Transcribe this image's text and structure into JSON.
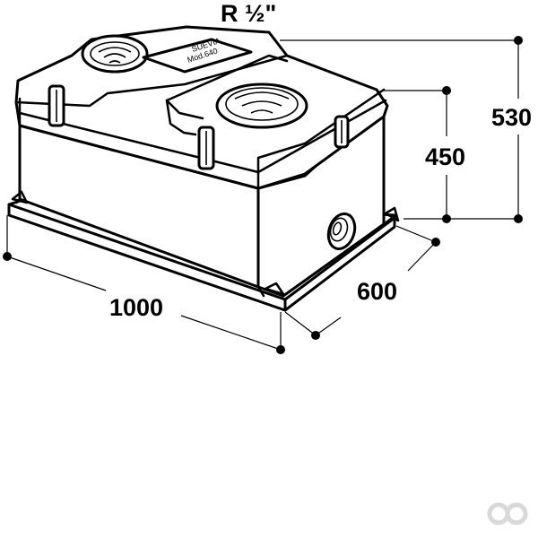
{
  "labels": {
    "connection": "R ½\"",
    "height_total": "530",
    "height_body": "450",
    "length": "1000",
    "width": "600"
  },
  "nameplate": {
    "brand": "SUEVIA",
    "model": "Mod.640"
  },
  "colors": {
    "ink": "#000000",
    "paper": "#ffffff",
    "watermark": "#d9d9d9"
  }
}
